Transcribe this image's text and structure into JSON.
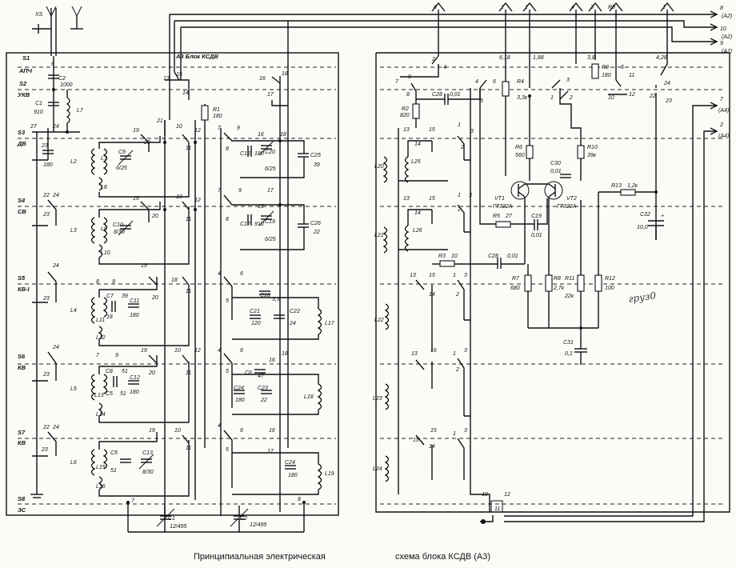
{
  "block": {
    "title": "А3 Блок КСДВ",
    "connector": "XS",
    "handwritten_note": "груз0"
  },
  "caption": {
    "left": "Принципиальная электрическая",
    "right": "схема блока КСДВ (А3)"
  },
  "switches": [
    {
      "id": "S1",
      "band": "АПЧ"
    },
    {
      "id": "S2",
      "band": "УКВ"
    },
    {
      "id": "S3",
      "band": "ДВ"
    },
    {
      "id": "S4",
      "band": "СВ"
    },
    {
      "id": "S5",
      "band": "КВ-I"
    },
    {
      "id": "S6",
      "band": "КВ"
    },
    {
      "id": "S7",
      "band": "КВ"
    },
    {
      "id": "S8",
      "band": "ЗС"
    }
  ],
  "top_pins": [
    "6",
    "2",
    "1",
    "4",
    "3",
    "R9",
    "1"
  ],
  "right_outputs": [
    {
      "pin": "8",
      "ref": "(А2)"
    },
    {
      "pin": "10",
      "ref": "(А2)"
    },
    {
      "pin": "9",
      "ref": "(А2)"
    },
    {
      "pin": "7",
      "ref": "(А4)"
    },
    {
      "pin": "2",
      "ref": "(А4)"
    }
  ],
  "components": {
    "C2": "1000",
    "C1": "910",
    "C3": "180",
    "C9": "6/25",
    "C10": "8/30",
    "C7": "39",
    "C11": "18",
    "C12": "180",
    "C8": "51",
    "C5": "51",
    "C13": "8/30",
    "C16": "180",
    "C20": "6/25",
    "C25": "39",
    "C17": "910",
    "C19": "6/25",
    "C26": "22",
    "C18": "3,3",
    "C21": "120",
    "C22": "24",
    "C6": "47",
    "C23": "22",
    "C24": "180",
    "C1b": "12/495",
    "C2b": "12/495",
    "C28": "0,01",
    "C29": "0,01",
    "C30": "0,01",
    "C31": "0,1",
    "C32": "10,0",
    "R1": "180",
    "R2": "820",
    "R3": "10",
    "R4": "3,3к",
    "R5": "27",
    "R6": "560",
    "R7": "680",
    "R8": "2,7к",
    "R9": "180",
    "R10": "39к",
    "R11": "22к",
    "R12": "100",
    "R13": "1,2к",
    "VT1": "ГТ322А",
    "VT2": "ГТ322А"
  },
  "coils": [
    "L7",
    "L2",
    "L8",
    "L3",
    "L9",
    "L10",
    "L4",
    "L11",
    "L12",
    "L5",
    "L13",
    "L14",
    "L6",
    "L15",
    "L16",
    "L17",
    "L18",
    "L19",
    "L20",
    "L25",
    "L21",
    "L26",
    "L22",
    "L23",
    "L24"
  ],
  "pin_labels": {
    "p6": "6",
    "p8": "8",
    "p9": "9",
    "p13": "13",
    "p14": "14",
    "p15": "15",
    "p16": "16",
    "p17": "17",
    "p18": "18",
    "p19": "19",
    "p20": "20",
    "p21": "21",
    "p22": "22",
    "p23": "23",
    "p24": "24",
    "p27": "27",
    "p10": "10",
    "p11": "11",
    "p12": "12",
    "p5": "5",
    "p7": "7",
    "p1": "1",
    "p2": "2",
    "p3": "3",
    "p4": "4",
    "p618": "6,18",
    "p188": "1,88",
    "p428": "4,28",
    "p38": "3,8"
  }
}
